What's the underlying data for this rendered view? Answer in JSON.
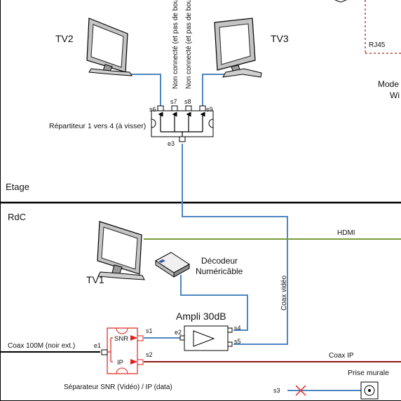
{
  "floors": {
    "upper": "Etage",
    "ground": "RdC"
  },
  "devices": {
    "tv1": "TV1",
    "tv2": "TV2",
    "tv3": "TV3",
    "decoder_line1": "Décodeur",
    "decoder_line2": "Numéricâble",
    "amp": "Ampli 30dB",
    "splitter4": "Répartiteur 1 vers 4 (à visser)",
    "snr_ip_splitter": "Séparateur SNR (Vidéo) / IP (data)",
    "wall_outlet": "Prise murale",
    "modem_line1": "Mode",
    "modem_line2": "Wi"
  },
  "ports": {
    "s6": "s6",
    "s7": "s7",
    "s8": "s8",
    "s9": "s9",
    "e3": "e3",
    "s1": "s1",
    "s2": "s2",
    "s3": "s3",
    "s4": "s4",
    "s5": "s5",
    "e1": "e1",
    "e2": "e2",
    "snr": "SNR",
    "ip": "IP"
  },
  "cables": {
    "hdmi": "HDMI",
    "coax_video": "Coax vidéo",
    "coax_ip": "Coax IP",
    "coax_100m": "Coax 100M (noir ext.)",
    "rj45": "RJ45",
    "not_connected_1": "Non connecté (et pas de bou",
    "not_connected_2": "Non connecté (et pas de bou"
  },
  "colors": {
    "coax": "#4d86c0",
    "hdmi": "#7a9a3a",
    "coax_ip": "#8b1a1a",
    "splitter_red": "#e0201c",
    "rj45_dashed": "#b24848",
    "floor_line": "#000000"
  }
}
